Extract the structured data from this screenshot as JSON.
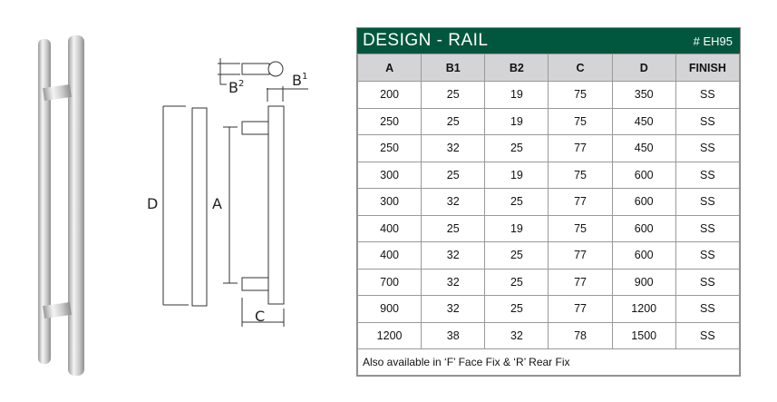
{
  "spec": {
    "title": "DESIGN - RAIL",
    "code": "# EH95",
    "columns": [
      "A",
      "B1",
      "B2",
      "C",
      "D",
      "FINISH"
    ],
    "rows": [
      [
        "200",
        "25",
        "19",
        "75",
        "350",
        "SS"
      ],
      [
        "250",
        "25",
        "19",
        "75",
        "450",
        "SS"
      ],
      [
        "250",
        "32",
        "25",
        "77",
        "450",
        "SS"
      ],
      [
        "300",
        "25",
        "19",
        "75",
        "600",
        "SS"
      ],
      [
        "300",
        "32",
        "25",
        "77",
        "600",
        "SS"
      ],
      [
        "400",
        "25",
        "19",
        "75",
        "600",
        "SS"
      ],
      [
        "400",
        "32",
        "25",
        "77",
        "600",
        "SS"
      ],
      [
        "700",
        "32",
        "25",
        "77",
        "900",
        "SS"
      ],
      [
        "900",
        "32",
        "25",
        "77",
        "1200",
        "SS"
      ],
      [
        "1200",
        "38",
        "32",
        "78",
        "1500",
        "SS"
      ]
    ],
    "footnote": "Also available in ‘F’ Face Fix & ‘R’ Rear Fix"
  },
  "drawing": {
    "labels": {
      "d": "D",
      "a": "A",
      "c": "C",
      "b1": "B",
      "b1_sup": "1",
      "b2": "B",
      "b2_sup": "2"
    }
  },
  "colors": {
    "header": "#00573d"
  }
}
